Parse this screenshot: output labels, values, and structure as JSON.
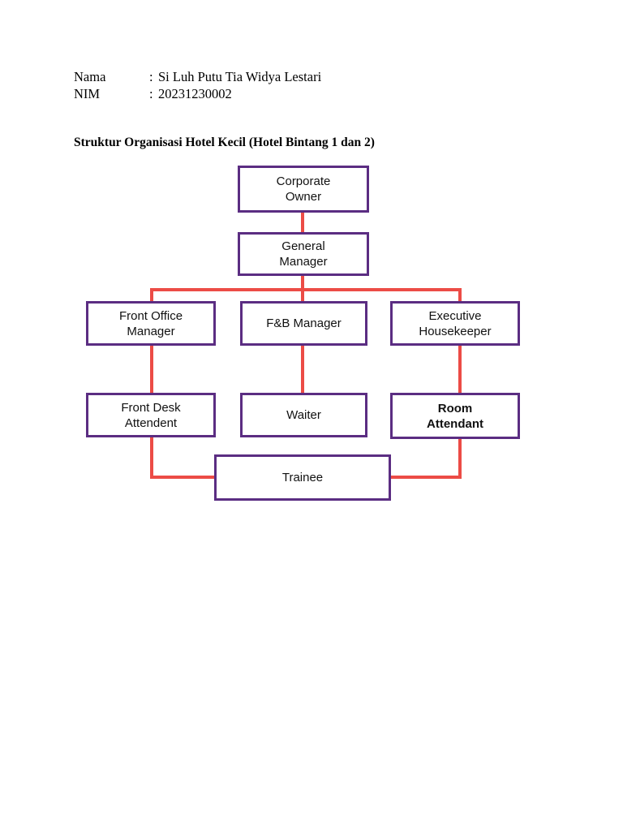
{
  "header": {
    "rows": [
      {
        "label": "Nama",
        "separator": ":",
        "value": "Si Luh Putu Tia Widya Lestari"
      },
      {
        "label": "NIM",
        "separator": ":",
        "value": "20231230002"
      }
    ]
  },
  "document": {
    "title": "Struktur Organisasi Hotel Kecil (Hotel Bintang 1 dan 2)"
  },
  "chart_data": {
    "type": "diagram",
    "title": "Struktur Organisasi Hotel Kecil (Hotel Bintang 1 dan 2)",
    "box_border_color": "#5b2d82",
    "connector_color": "#ec4c46",
    "box_fill_color": "#ffffff",
    "nodes": [
      {
        "id": "corporate-owner",
        "label": "Corporate\nOwner",
        "level": 1,
        "bold": false
      },
      {
        "id": "general-manager",
        "label": "General\nManager",
        "level": 2,
        "bold": false
      },
      {
        "id": "front-office-manager",
        "label": "Front Office\nManager",
        "level": 3,
        "bold": false
      },
      {
        "id": "fb-manager",
        "label": "F&B Manager",
        "level": 3,
        "bold": false
      },
      {
        "id": "executive-housekeeper",
        "label": "Executive\nHousekeeper",
        "level": 3,
        "bold": false
      },
      {
        "id": "front-desk-attendent",
        "label": "Front Desk\nAttendent",
        "level": 4,
        "bold": false
      },
      {
        "id": "waiter",
        "label": "Waiter",
        "level": 4,
        "bold": false
      },
      {
        "id": "room-attendant",
        "label": "Room\nAttendant",
        "level": 4,
        "bold": true
      },
      {
        "id": "trainee",
        "label": "Trainee",
        "level": 5,
        "bold": false
      }
    ],
    "edges": [
      {
        "from": "corporate-owner",
        "to": "general-manager"
      },
      {
        "from": "general-manager",
        "to": "front-office-manager"
      },
      {
        "from": "general-manager",
        "to": "fb-manager"
      },
      {
        "from": "general-manager",
        "to": "executive-housekeeper"
      },
      {
        "from": "front-office-manager",
        "to": "front-desk-attendent"
      },
      {
        "from": "fb-manager",
        "to": "waiter"
      },
      {
        "from": "executive-housekeeper",
        "to": "room-attendant"
      },
      {
        "from": "front-desk-attendent",
        "to": "trainee"
      },
      {
        "from": "room-attendant",
        "to": "trainee"
      }
    ]
  }
}
